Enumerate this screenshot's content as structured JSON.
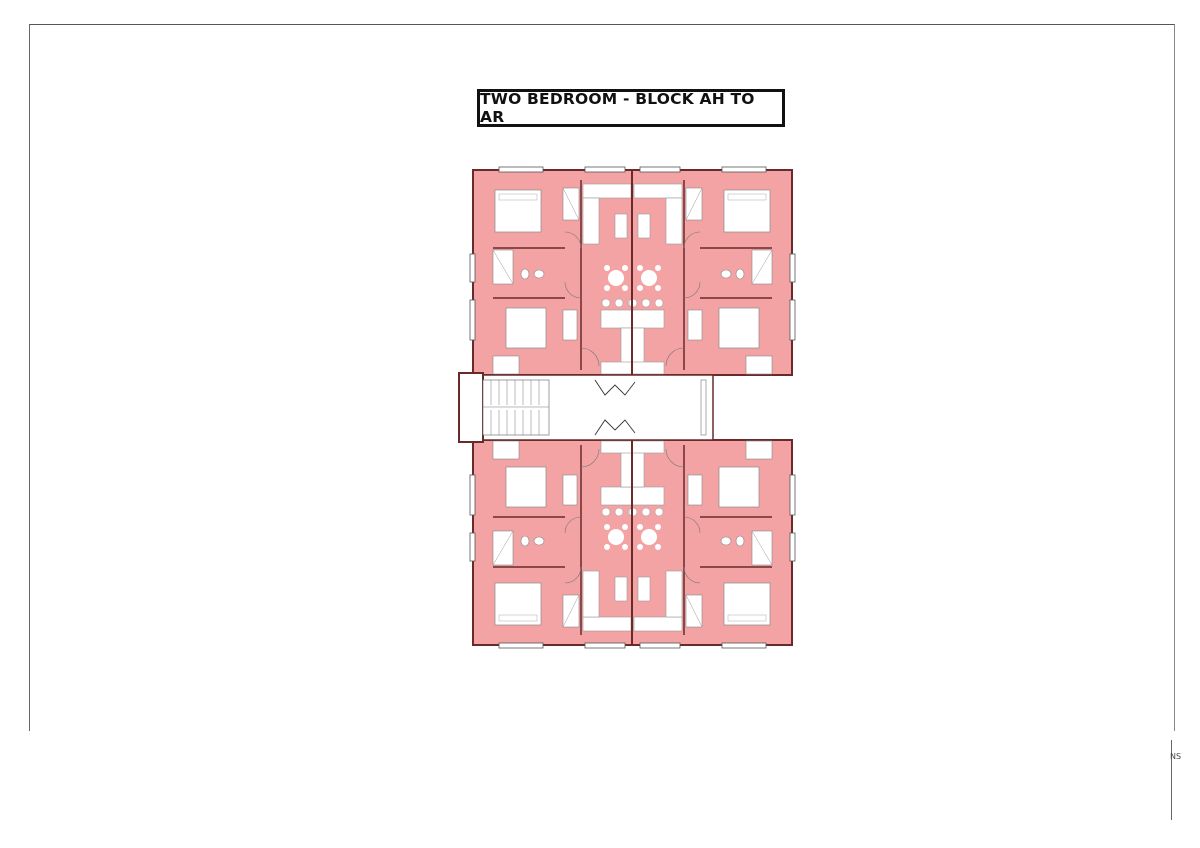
{
  "drawing": {
    "title": "TWO BEDROOM - BLOCK AH TO AR",
    "side_label": "NS",
    "colors": {
      "unit_fill": "#f3a3a3",
      "wall": "#6b2a2a",
      "furniture": "#ffffff",
      "circulation": "#ffffff",
      "border": "#555555"
    },
    "plan": {
      "layout": "4 mirrored two-bedroom units around a central corridor with stair core on the left",
      "units": [
        {
          "position": "top-left",
          "rooms": [
            "bedroom",
            "bedroom",
            "bathroom",
            "ensuite shower",
            "kitchen",
            "living/dining"
          ]
        },
        {
          "position": "top-right",
          "rooms": [
            "bedroom",
            "bedroom",
            "bathroom",
            "ensuite shower",
            "kitchen",
            "living/dining"
          ]
        },
        {
          "position": "bottom-left",
          "rooms": [
            "bedroom",
            "bedroom",
            "bathroom",
            "ensuite shower",
            "kitchen",
            "living/dining"
          ]
        },
        {
          "position": "bottom-right",
          "rooms": [
            "bedroom",
            "bedroom",
            "bathroom",
            "ensuite shower",
            "kitchen",
            "living/dining"
          ]
        }
      ],
      "core": [
        "stair",
        "corridor"
      ]
    }
  }
}
